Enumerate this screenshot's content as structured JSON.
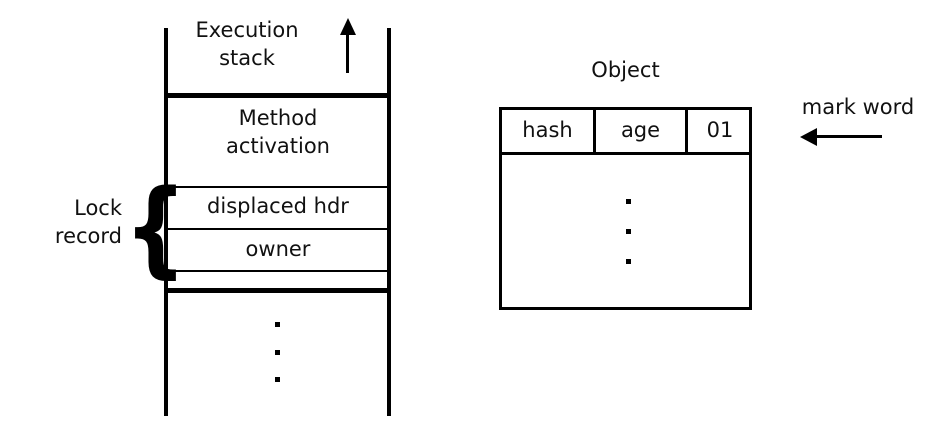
{
  "diagram": {
    "title_hidden": "",
    "stack": {
      "top_label": "Execution\nstack",
      "top_label_line1": "Execution",
      "top_label_line2": "stack",
      "direction_arrow": "arrow-up-icon",
      "cells": [
        {
          "id": "method-activation",
          "label_line1": "Method",
          "label_line2": "activation"
        },
        {
          "id": "displaced-hdr",
          "label_line1": "displaced hdr",
          "label_line2": ""
        },
        {
          "id": "owner",
          "label_line1": "owner",
          "label_line2": ""
        },
        {
          "id": "empty-slot",
          "label_line1": "",
          "label_line2": ""
        }
      ],
      "ellipsis": "···",
      "brace_glyph": "{",
      "brace_label_line1": "Lock",
      "brace_label_line2": "record"
    },
    "object": {
      "title": "Object",
      "header_cells": [
        {
          "id": "hash",
          "label": "hash"
        },
        {
          "id": "age",
          "label": "age"
        },
        {
          "id": "lock-bits",
          "label": "01"
        }
      ],
      "body_ellipsis": "···",
      "callout_label": "mark word",
      "callout_arrow": "arrow-left-icon"
    },
    "colors": {
      "stroke": "#000000",
      "text": "#111111",
      "background": "#ffffff"
    }
  }
}
